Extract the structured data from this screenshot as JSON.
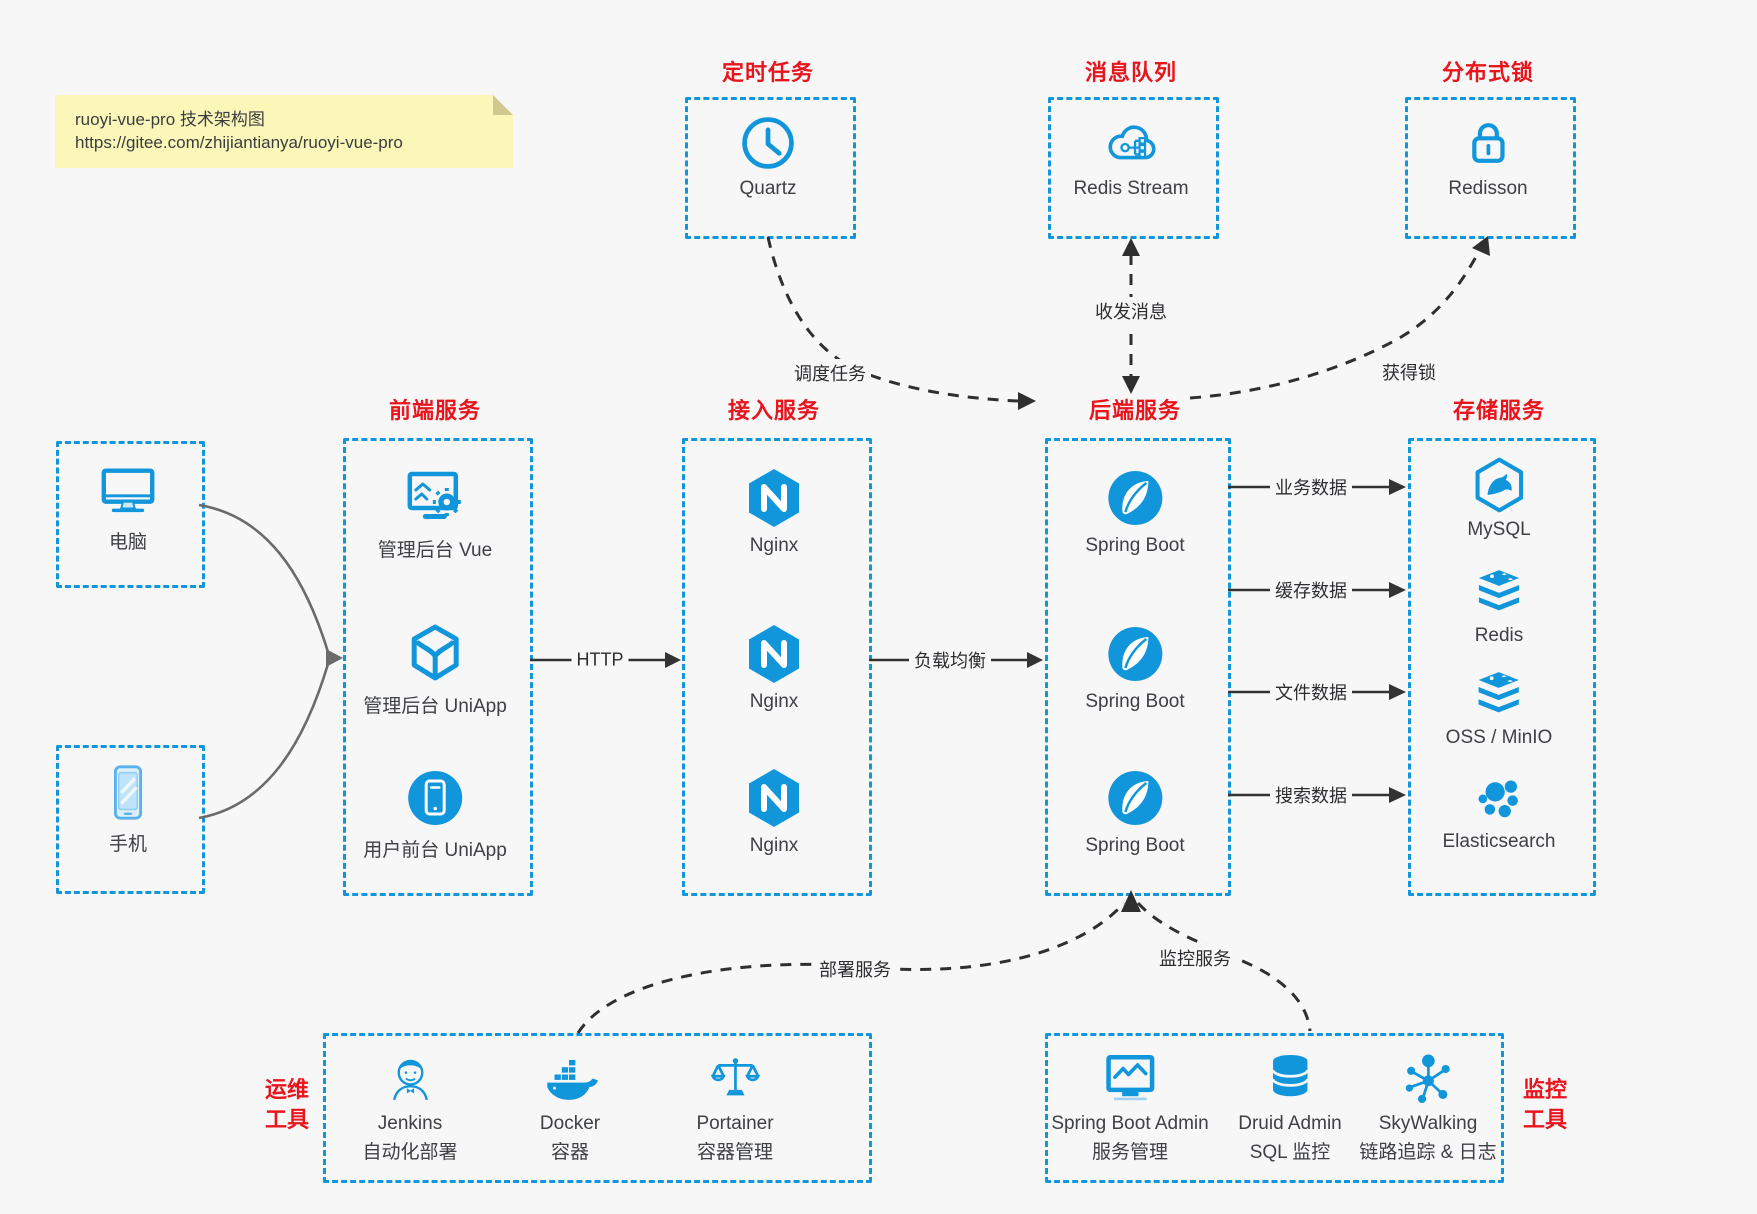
{
  "colors": {
    "accent_blue": "#1296db",
    "title_red": "#e8151d",
    "text": "#3f4044",
    "arrow_dark": "#333333",
    "client_arrow_gray": "#6b6b6b",
    "note_bg": "#fbf7b9",
    "background": "#f7f7f8"
  },
  "note": {
    "line1": "ruoyi-vue-pro 技术架构图",
    "line2": "https://gitee.com/zhijiantianya/ruoyi-vue-pro"
  },
  "top_groups": [
    {
      "title": "定时任务",
      "icon": "clock-icon",
      "label": "Quartz"
    },
    {
      "title": "消息队列",
      "icon": "cloud-stream-icon",
      "label": "Redis Stream"
    },
    {
      "title": "分布式锁",
      "icon": "lock-icon",
      "label": "Redisson"
    }
  ],
  "clients": [
    {
      "icon": "desktop-icon",
      "label": "电脑"
    },
    {
      "icon": "phone-icon",
      "label": "手机"
    }
  ],
  "frontend": {
    "title": "前端服务",
    "items": [
      {
        "icon": "admin-vue-icon",
        "label": "管理后台 Vue"
      },
      {
        "icon": "uniapp-box-icon",
        "label": "管理后台 UniApp"
      },
      {
        "icon": "uniapp-circle-icon",
        "label": "用户前台 UniApp"
      }
    ]
  },
  "gateway": {
    "title": "接入服务",
    "items": [
      {
        "icon": "nginx-icon",
        "label": "Nginx"
      },
      {
        "icon": "nginx-icon",
        "label": "Nginx"
      },
      {
        "icon": "nginx-icon",
        "label": "Nginx"
      }
    ]
  },
  "backend": {
    "title": "后端服务",
    "items": [
      {
        "icon": "spring-boot-icon",
        "label": "Spring Boot"
      },
      {
        "icon": "spring-boot-icon",
        "label": "Spring Boot"
      },
      {
        "icon": "spring-boot-icon",
        "label": "Spring Boot"
      }
    ]
  },
  "storage": {
    "title": "存储服务",
    "items": [
      {
        "icon": "mysql-icon",
        "label": "MySQL"
      },
      {
        "icon": "redis-stack-icon",
        "label": "Redis"
      },
      {
        "icon": "oss-stack-icon",
        "label": "OSS / MinIO"
      },
      {
        "icon": "elasticsearch-icon",
        "label": "Elasticsearch"
      }
    ]
  },
  "edges": {
    "http": "HTTP",
    "load_balance": "负载均衡",
    "schedule": "调度任务",
    "message": "收发消息",
    "acquire_lock": "获得锁",
    "business_data": "业务数据",
    "cache_data": "缓存数据",
    "file_data": "文件数据",
    "search_data": "搜索数据",
    "deploy": "部署服务",
    "monitor": "监控服务"
  },
  "devops": {
    "side_label_line1": "运维",
    "side_label_line2": "工具",
    "items": [
      {
        "icon": "jenkins-icon",
        "label": "Jenkins",
        "sublabel": "自动化部署"
      },
      {
        "icon": "docker-icon",
        "label": "Docker",
        "sublabel": "容器"
      },
      {
        "icon": "portainer-icon",
        "label": "Portainer",
        "sublabel": "容器管理"
      }
    ]
  },
  "monitoring": {
    "side_label_line1": "监控",
    "side_label_line2": "工具",
    "items": [
      {
        "icon": "springboot-admin-icon",
        "label": "Spring Boot Admin",
        "sublabel": "服务管理"
      },
      {
        "icon": "druid-icon",
        "label": "Druid Admin",
        "sublabel": "SQL 监控"
      },
      {
        "icon": "skywalking-icon",
        "label": "SkyWalking",
        "sublabel": "链路追踪 & 日志"
      }
    ]
  }
}
